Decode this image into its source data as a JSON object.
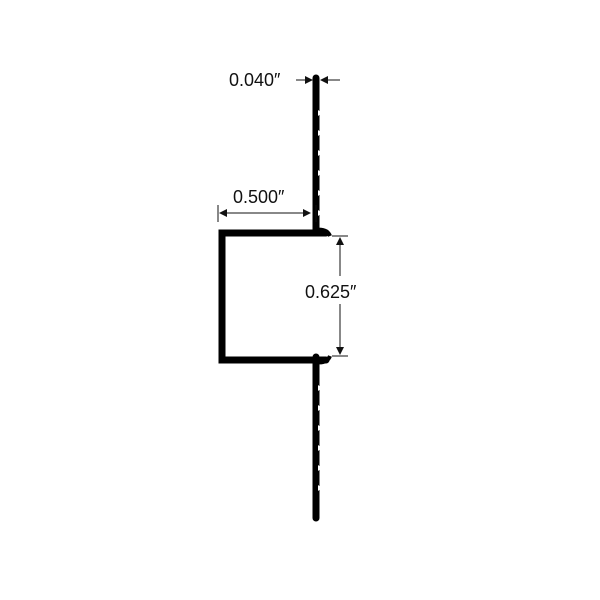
{
  "dimensions": {
    "thickness": "0.040″",
    "flange_width": "0.500″",
    "channel_height": "0.625″"
  },
  "colors": {
    "profile": "#000000",
    "dimension_lines": "#111111",
    "background": "#ffffff"
  }
}
